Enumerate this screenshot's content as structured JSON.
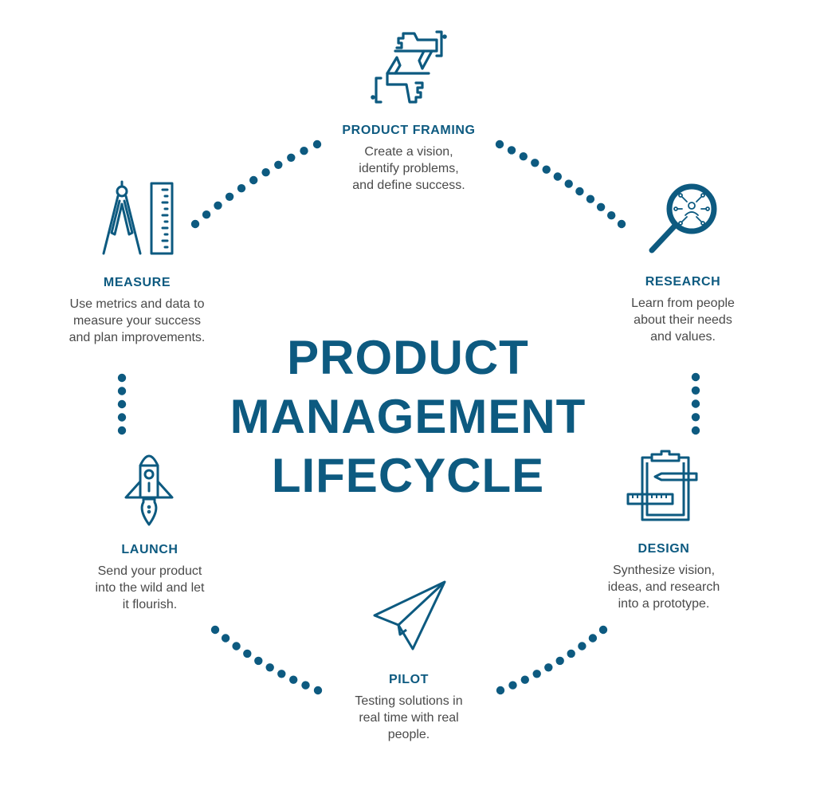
{
  "title": {
    "lines": [
      "PRODUCT",
      "MANAGEMENT",
      "LIFECYCLE"
    ]
  },
  "colors": {
    "accent": "#0d5a80",
    "text": "#4a4a4a",
    "background": "#ffffff"
  },
  "stages": [
    {
      "id": "product-framing",
      "title": "PRODUCT FRAMING",
      "description": "Create a vision,\nidentify problems,\nand define success.",
      "icon": "framing-hands-icon"
    },
    {
      "id": "research",
      "title": "RESEARCH",
      "description": "Learn from people\nabout their needs\nand values.",
      "icon": "magnifier-network-icon"
    },
    {
      "id": "design",
      "title": "DESIGN",
      "description": "Synthesize vision,\nideas, and research\ninto a prototype.",
      "icon": "clipboard-pencil-ruler-icon"
    },
    {
      "id": "pilot",
      "title": "PILOT",
      "description": "Testing solutions in\nreal time with real\npeople.",
      "icon": "paper-plane-icon"
    },
    {
      "id": "launch",
      "title": "LAUNCH",
      "description": "Send your product\ninto the wild and let\nit flourish.",
      "icon": "rocket-icon"
    },
    {
      "id": "measure",
      "title": "MEASURE",
      "description": "Use metrics and data to\nmeasure your success\nand plan improvements.",
      "icon": "compass-ruler-icon"
    }
  ]
}
